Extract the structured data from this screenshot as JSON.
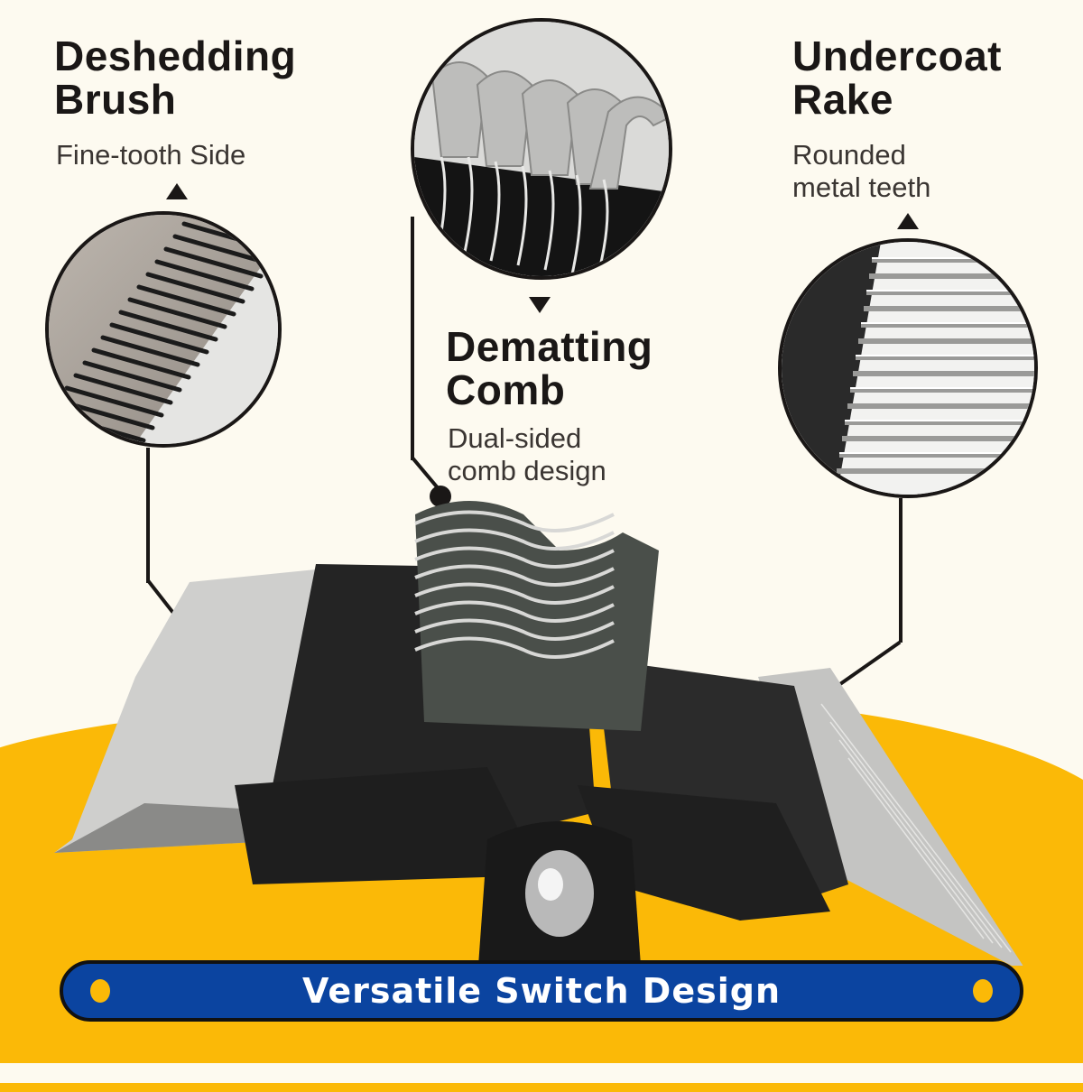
{
  "features": [
    {
      "id": "deshedding",
      "title_line1": "Deshedding",
      "title_line2": "Brush",
      "subtitle": "Fine-tooth Side",
      "pointer": "triangle-up"
    },
    {
      "id": "dematting",
      "title_line1": "Dematting",
      "title_line2": "Comb",
      "subtitle_line1": "Dual-sided",
      "subtitle_line2": "comb design",
      "pointer": "triangle-down"
    },
    {
      "id": "undercoat",
      "title_line1": "Undercoat",
      "title_line2": "Rake",
      "subtitle_line1": "Rounded",
      "subtitle_line2": "metal teeth",
      "pointer": "triangle-up"
    }
  ],
  "banner": {
    "label": "Versatile Switch Design"
  },
  "colors": {
    "background": "#fdfaf0",
    "accent_yellow": "#fbb907",
    "banner_blue": "#0b44a0",
    "text_dark": "#1a1716",
    "metal_light": "#c9c9c7",
    "tool_black": "#222222"
  }
}
